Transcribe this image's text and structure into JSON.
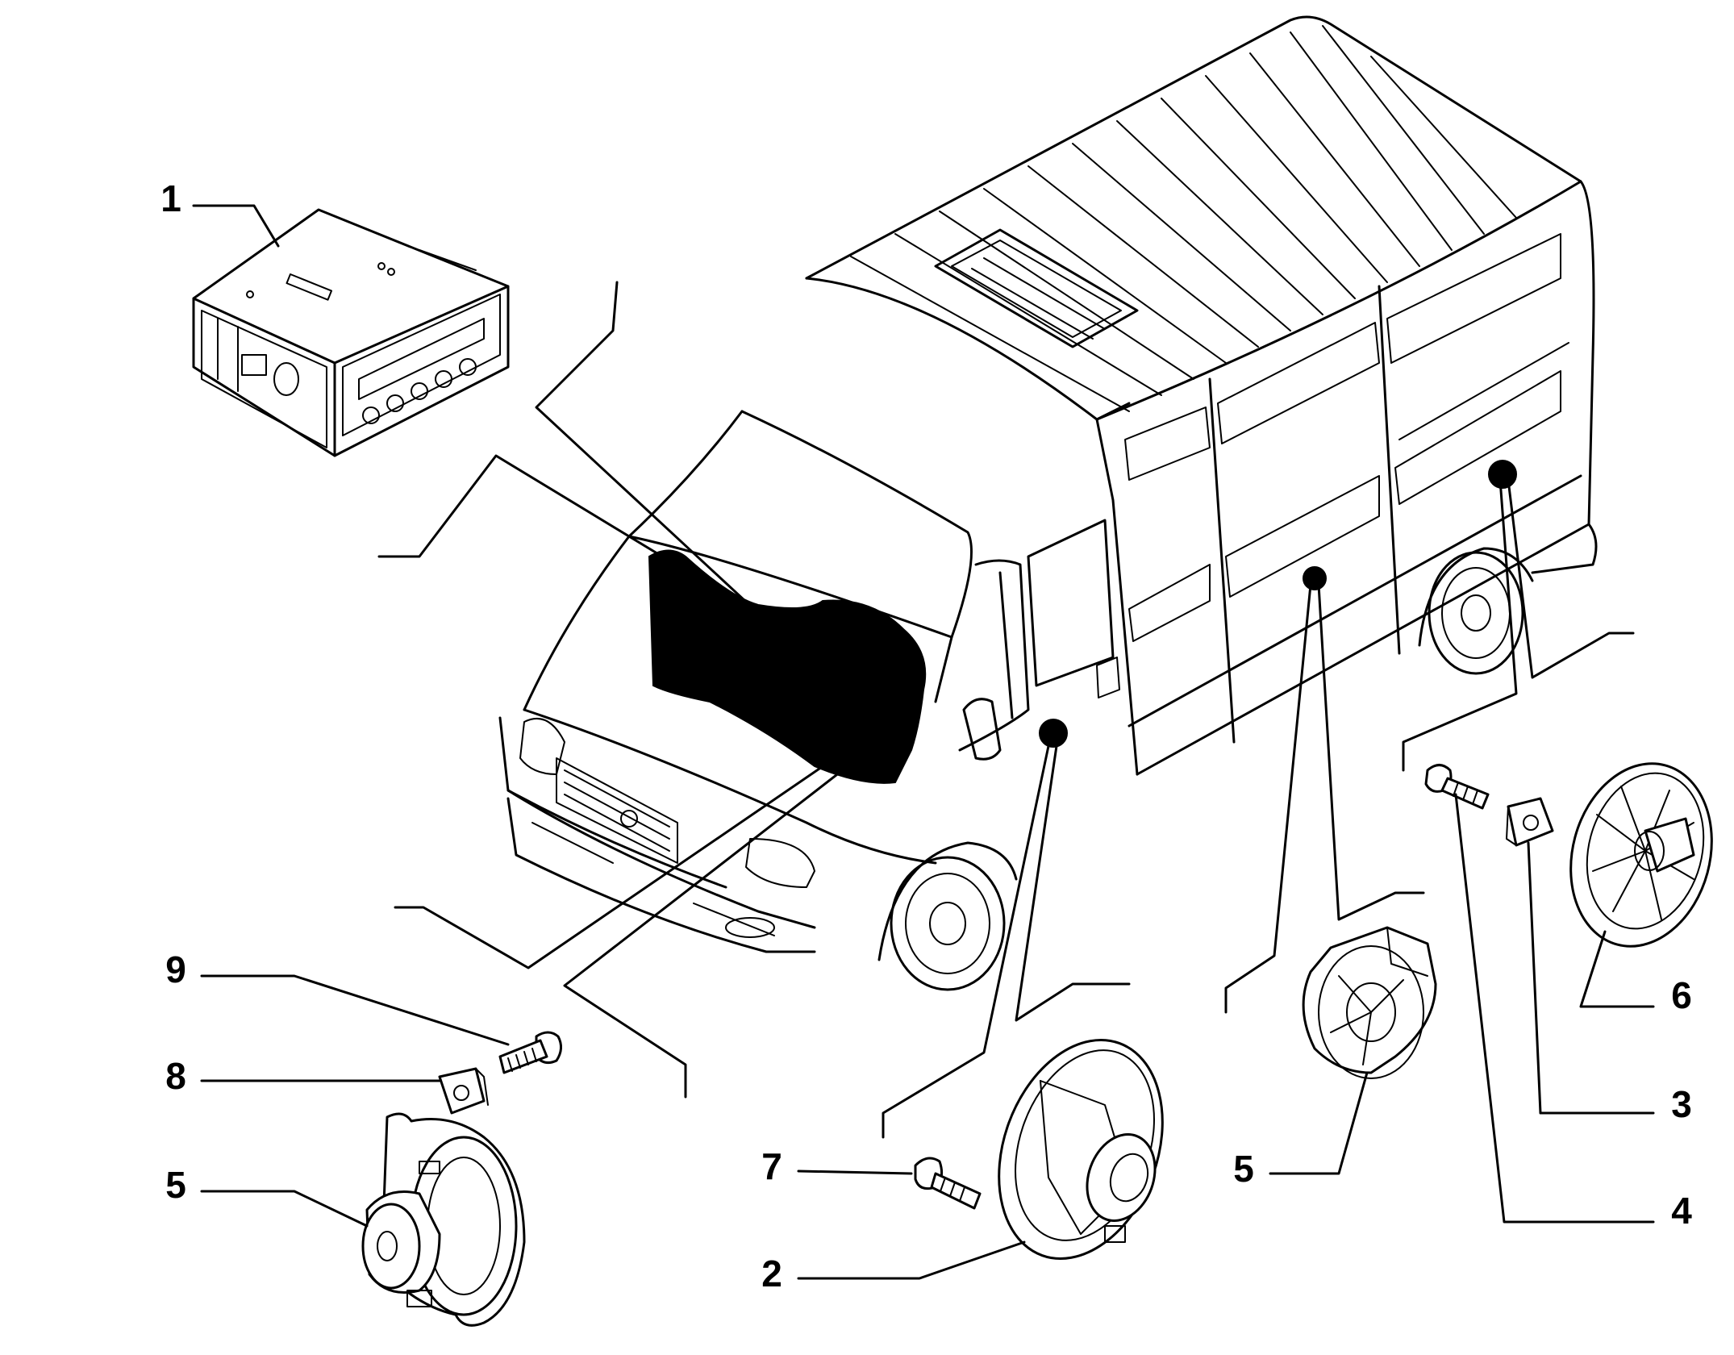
{
  "callouts": {
    "c1": "1",
    "c2": "2",
    "c3": "3",
    "c4": "4",
    "c5_left": "5",
    "c5_right": "5",
    "c6": "6",
    "c7": "7",
    "c8": "8",
    "c9": "9"
  },
  "colors": {
    "line": "#000000",
    "background": "#ffffff"
  }
}
